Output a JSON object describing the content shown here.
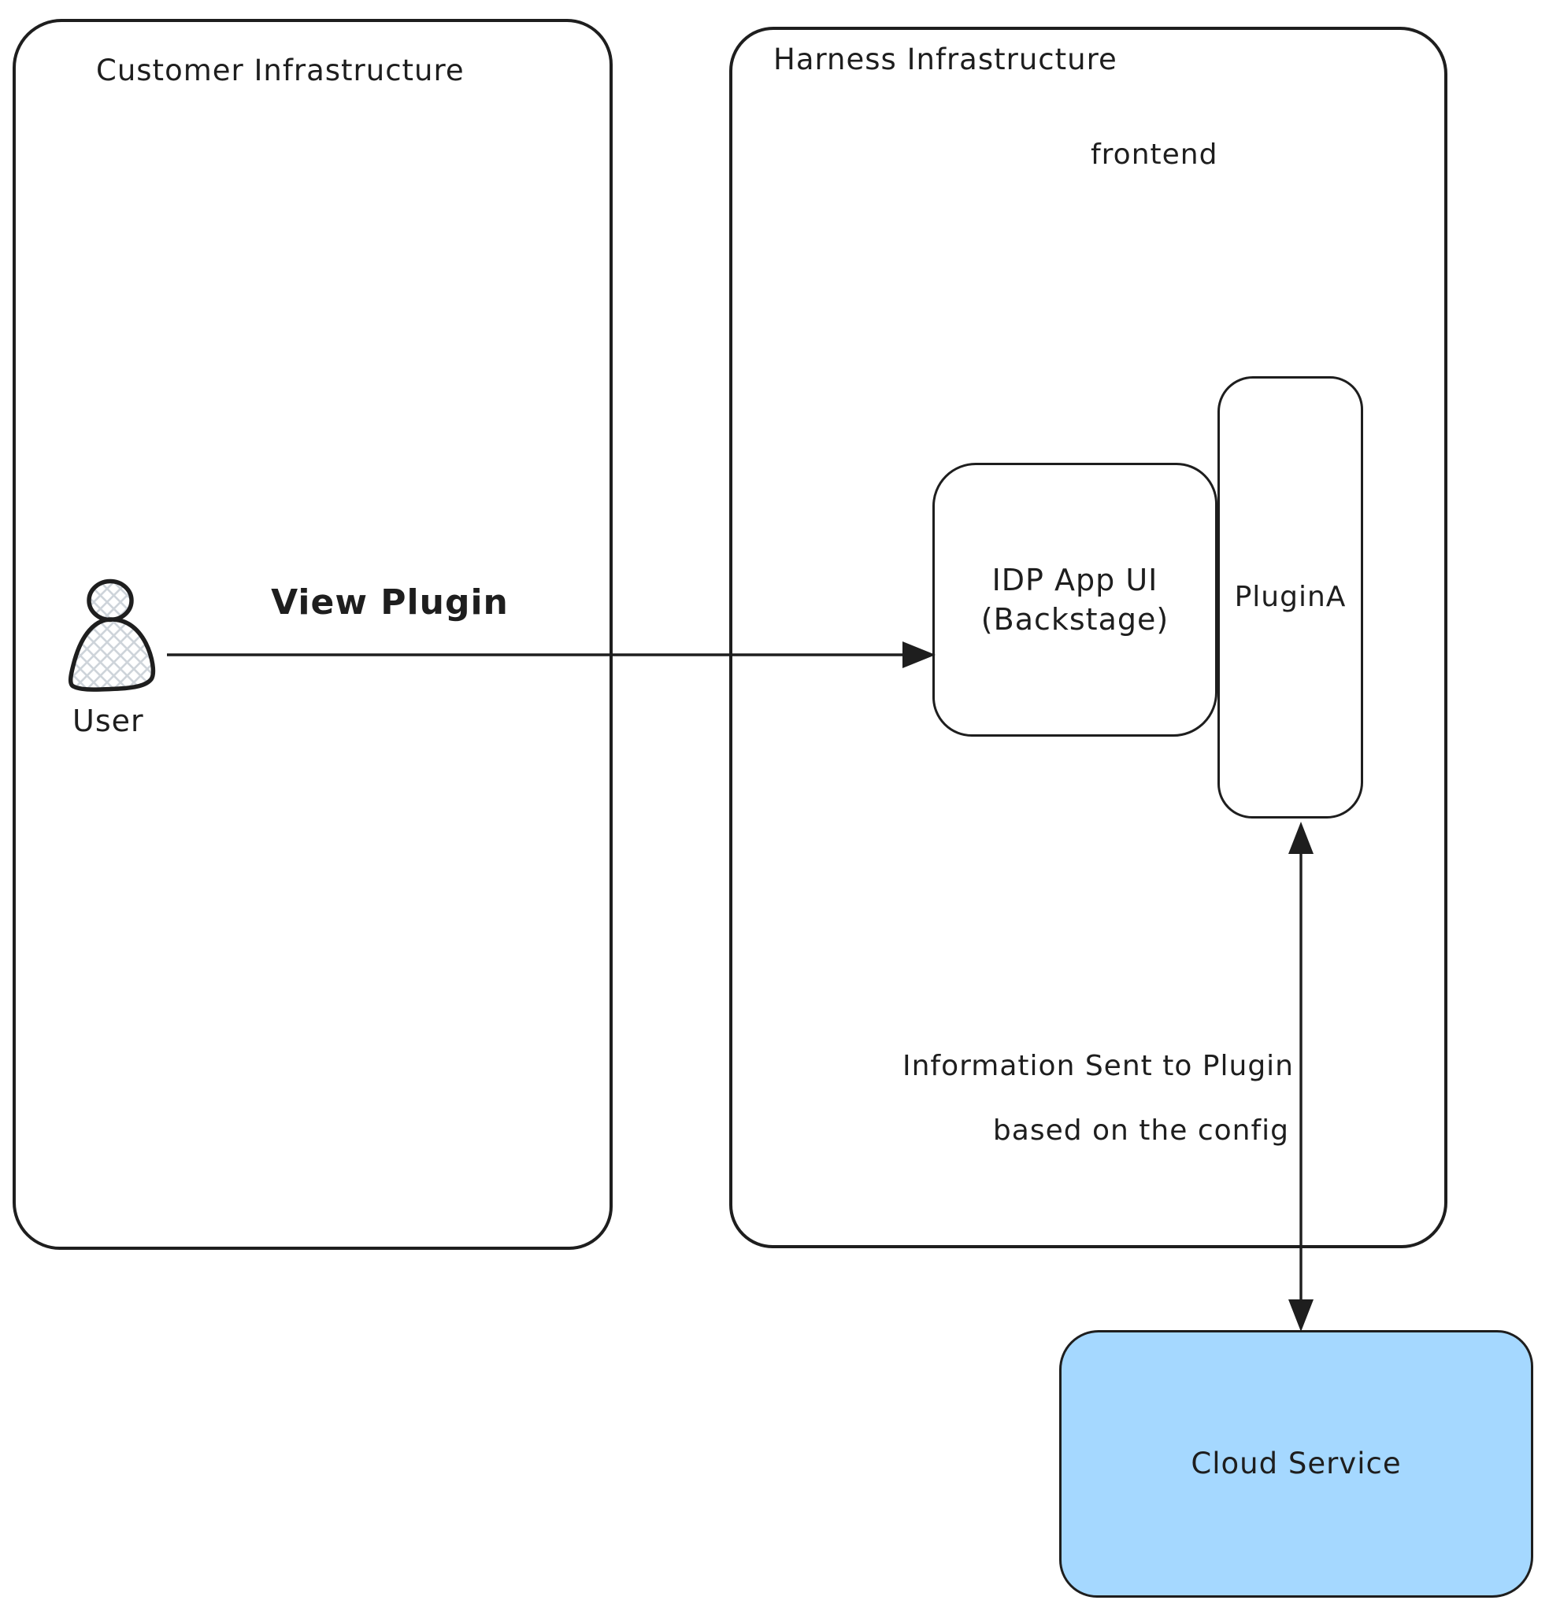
{
  "diagram": {
    "customer": {
      "title": "Customer Infrastructure"
    },
    "harness": {
      "title": "Harness Infrastructure",
      "frontend": "frontend"
    },
    "user": {
      "label": "User"
    },
    "idp": {
      "line1": "IDP App UI",
      "line2": "(Backstage)"
    },
    "plugin": {
      "label": "PluginA"
    },
    "cloud": {
      "label": "Cloud Service"
    },
    "edges": {
      "view_plugin": "View Plugin",
      "info_line1": "Information Sent to Plugin",
      "info_line2": "based on the config"
    },
    "colors": {
      "stroke": "#1e1e1e",
      "cloud_fill": "#a5d8ff",
      "hatch_fill": "#ced4da"
    }
  }
}
